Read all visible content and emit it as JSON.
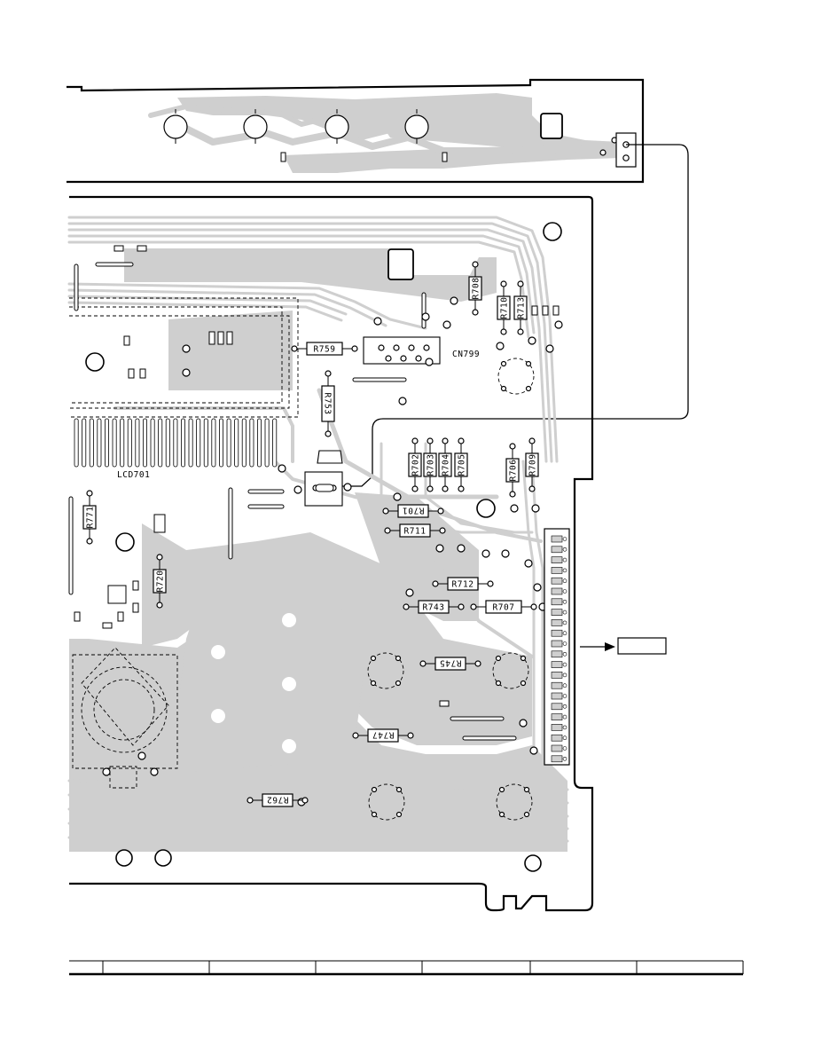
{
  "labels": {
    "cn799": "CN799",
    "lcd701": "LCD701"
  },
  "resistors": [
    {
      "id": "R759"
    },
    {
      "id": "R753"
    },
    {
      "id": "R708"
    },
    {
      "id": "R710"
    },
    {
      "id": "R713"
    },
    {
      "id": "R702"
    },
    {
      "id": "R703"
    },
    {
      "id": "R704"
    },
    {
      "id": "R705"
    },
    {
      "id": "R706"
    },
    {
      "id": "R709"
    },
    {
      "id": "R701"
    },
    {
      "id": "R711"
    },
    {
      "id": "R712"
    },
    {
      "id": "R743"
    },
    {
      "id": "R707"
    },
    {
      "id": "R745"
    },
    {
      "id": "R747"
    },
    {
      "id": "R762"
    },
    {
      "id": "R771"
    },
    {
      "id": "R720"
    }
  ],
  "arrow_label": "",
  "footer_columns": 7
}
